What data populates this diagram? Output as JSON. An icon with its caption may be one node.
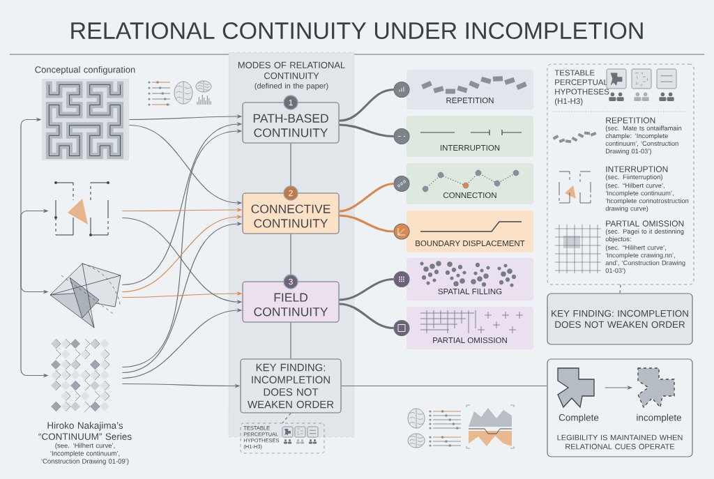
{
  "diagram": {
    "title": "RELATIONAL CONTINUITY UNDER INCOMPLETION",
    "nodes": [
      {
        "text": [],
        "shape": "picture"
      },
      {
        "text": [],
        "shape": "picture"
      },
      {
        "text": [],
        "shape": "picture"
      },
      {
        "text": [],
        "shape": "picture"
      },
      {
        "text": [
          "MODES OF RELATIONAL CONTINUITY",
          "(defined in the paper)"
        ]
      },
      {
        "text": [
          "1",
          "PATH-BASED CONTINUITY"
        ],
        "in": 4
      },
      {
        "text": [
          "2",
          "CONNECTIVE CONTINUITY"
        ],
        "in": 4
      },
      {
        "text": [
          "3",
          "FIELD CONTINUITY"
        ],
        "in": 4
      },
      {
        "text": [
          "KEY FINDING: INCOMPLETION DOES NOT WEAKEN ORDER"
        ],
        "in": 4
      },
      {
        "text": [
          "TESTABLE PERCEPTUAL HYPOTHESES (H1-H3)"
        ]
      },
      {
        "text": [
          "REPETITION"
        ]
      },
      {
        "text": [
          "INTERRUPTION"
        ]
      },
      {
        "text": [
          "CONNECTION"
        ]
      },
      {
        "text": [
          "BOUNDARY DISPLACEMENT"
        ]
      },
      {
        "text": [
          "SPATIAL FILLING"
        ]
      },
      {
        "text": [
          "PARTIAL OMISSION"
        ]
      },
      {
        "text": [
          "TESTABLE PERCEPTUAL HYPOTHESES (H1-H3)",
          "REPETITION",
          "(sec. Mate ts ontaiffamain chample: ‘Incomplete continuum’, ‘Construction Drawing 01-03’)",
          "INTERRUPTION",
          "(sec. Fiinterruption)",
          "(sec. “Hilbert curve’, ‘Incomplete continuum’, ‘hcomplete connotrostruction drawing curve)",
          "PARTIAL OMISSION",
          "(sec. Pagei to it destinning objectos:",
          "(sec. “Hilihert curve’, ‘Incomplete crawing.nn’, and’, ‘Construction Drawing 01-03’)"
        ]
      },
      {
        "text": [
          "KEY FINDING: INCOMPLETION DOES NOT WEAKEN ORDER"
        ]
      },
      {
        "text": [
          "LEGIBILITY IS MAINTAINED WHEN RELATIONAL CUES OPERATE"
        ]
      },
      {
        "text": [
          "Complete"
        ],
        "in": 18
      },
      {
        "text": [
          "incomplete"
        ],
        "in": 18
      }
    ],
    "edges": [
      {
        "from": null,
        "to": 0,
        "arrow": "to"
      },
      {
        "from": null,
        "to": 1,
        "arrow": "to"
      },
      {
        "from": null,
        "to": 2,
        "arrow": "to"
      },
      {
        "from": null,
        "to": 3,
        "arrow": "to"
      },
      {
        "from": 0,
        "to": 5,
        "arrow": "to"
      },
      {
        "from": 0,
        "to": 6,
        "arrow": "to"
      },
      {
        "from": 2,
        "to": 5,
        "arrow": "to"
      },
      {
        "from": 3,
        "to": 5,
        "arrow": "to"
      },
      {
        "from": 1,
        "to": 6,
        "arrow": "to",
        "color": "#d9894f"
      },
      {
        "from": 2,
        "to": 6,
        "arrow": "to",
        "color": "#d9894f"
      },
      {
        "from": 3,
        "to": 6,
        "arrow": "to"
      },
      {
        "from": 2,
        "to": 7,
        "arrow": "to",
        "color": "#d9894f"
      },
      {
        "from": 1,
        "to": 7,
        "arrow": "to"
      },
      {
        "from": 3,
        "to": 7,
        "arrow": "to"
      },
      {
        "from": 3,
        "to": 8,
        "arrow": "to"
      },
      {
        "from": 5,
        "to": 6,
        "arrow": "none"
      },
      {
        "from": 6,
        "to": 7,
        "arrow": "none"
      },
      {
        "from": 7,
        "to": 8,
        "arrow": "none"
      },
      {
        "from": 8,
        "to": 9,
        "arrow": "none",
        "style": "dashed"
      },
      {
        "from": 5,
        "to": 10,
        "arrow": "none",
        "style": "thick"
      },
      {
        "from": 5,
        "to": 11,
        "arrow": "none",
        "style": "thick"
      },
      {
        "from": 6,
        "to": 12,
        "arrow": "none",
        "style": "thick",
        "color": "#d9894f"
      },
      {
        "from": 6,
        "to": 13,
        "arrow": "none",
        "style": "thick",
        "color": "#d9894f"
      },
      {
        "from": 7,
        "to": 14,
        "arrow": "none",
        "style": "thick"
      },
      {
        "from": 7,
        "to": 15,
        "arrow": "none",
        "style": "thick"
      },
      {
        "from": 8,
        "to": 18,
        "arrow": "none"
      },
      {
        "from": 16,
        "to": 17,
        "arrow": "none",
        "style": "dashed"
      },
      {
        "from": 19,
        "to": 20,
        "arrow": "to"
      }
    ],
    "labels": [
      "Conceptual configuration",
      "Hiroko Nakajima’s “CONTINUUM” Series",
      "(see. ‘Hilhert curve’, ‘Incomplete continuum’, ‘Construction Drawing 01-09’)"
    ]
  }
}
